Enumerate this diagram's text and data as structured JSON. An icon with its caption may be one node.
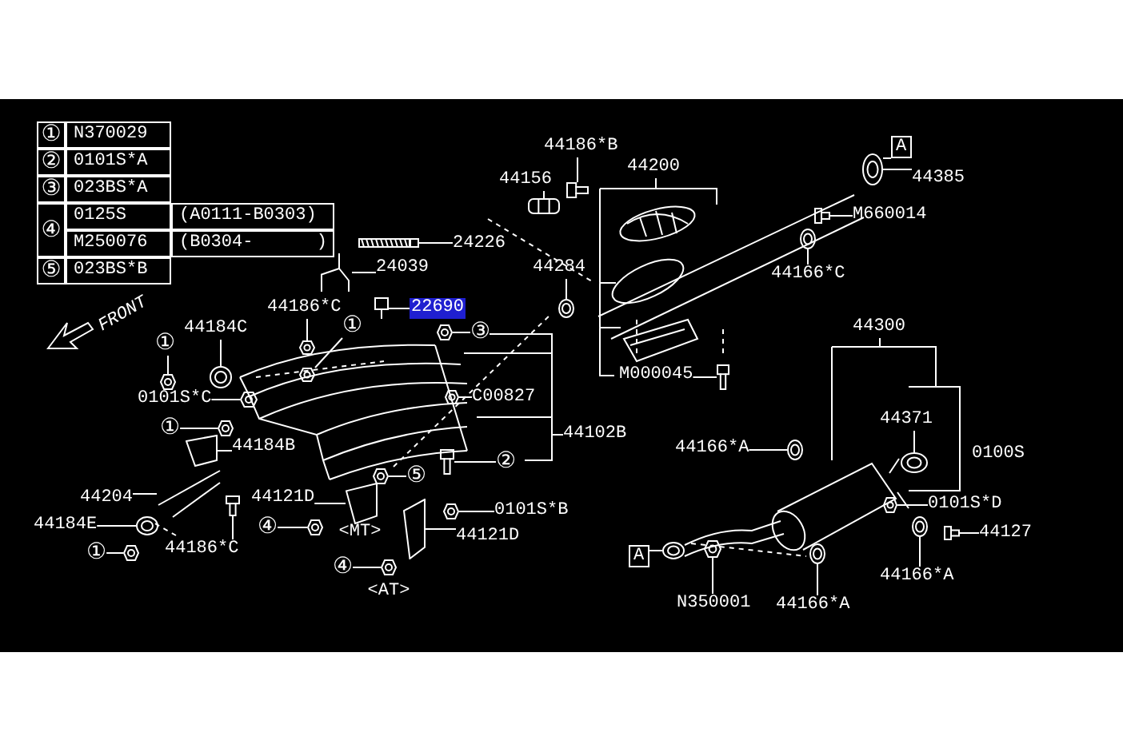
{
  "diagram": {
    "nodes": [
      {
        "text": [
          "44186*B"
        ]
      },
      {
        "text": [
          "44156"
        ]
      },
      {
        "text": [
          "44200"
        ]
      },
      {
        "text": [
          "A"
        ]
      },
      {
        "text": [
          "44385"
        ]
      },
      {
        "text": [
          "M660014"
        ]
      },
      {
        "text": [
          "44166*C"
        ]
      },
      {
        "text": [
          "24226"
        ]
      },
      {
        "text": [
          "24039"
        ]
      },
      {
        "text": [
          "22690"
        ]
      },
      {
        "text": [
          "44284"
        ]
      },
      {
        "text": [
          "M000045"
        ]
      },
      {
        "text": [
          "③"
        ]
      },
      {
        "text": [
          "C00827"
        ]
      },
      {
        "text": [
          "44102B"
        ]
      },
      {
        "text": [
          "②"
        ]
      },
      {
        "text": [
          "⑤"
        ]
      },
      {
        "text": [
          "0101S*B"
        ]
      },
      {
        "text": [
          "44121D"
        ]
      },
      {
        "text": [
          "④"
        ]
      },
      {
        "text": [
          "④"
        ]
      },
      {
        "text": [
          "44121D"
        ]
      },
      {
        "text": [
          "44186*C"
        ]
      },
      {
        "text": [
          "①"
        ]
      },
      {
        "text": [
          "44184E"
        ]
      },
      {
        "text": [
          "44204"
        ]
      },
      {
        "text": [
          "①"
        ]
      },
      {
        "text": [
          "44184B"
        ]
      },
      {
        "text": [
          "0101S*C"
        ]
      },
      {
        "text": [
          "①"
        ]
      },
      {
        "text": [
          "44184C"
        ]
      },
      {
        "text": [
          "44186*C"
        ]
      },
      {
        "text": [
          "①"
        ]
      },
      {
        "text": [
          "44300"
        ]
      },
      {
        "text": [
          "44371"
        ]
      },
      {
        "text": [
          "44166*A"
        ]
      },
      {
        "text": [
          "0101S*D"
        ]
      },
      {
        "text": [
          "44127"
        ]
      },
      {
        "text": [
          "44166*A"
        ]
      },
      {
        "text": [
          "44166*A"
        ]
      },
      {
        "text": [
          "N350001"
        ]
      },
      {
        "text": [
          "A"
        ]
      },
      {
        "text": [],
        "shape": "picture"
      },
      {
        "text": [],
        "shape": "picture"
      },
      {
        "text": [],
        "shape": "picture"
      },
      {
        "text": [],
        "shape": "picture"
      },
      {
        "text": [],
        "shape": "picture"
      },
      {
        "text": [],
        "shape": "picture"
      },
      {
        "text": [],
        "shape": "picture"
      },
      {
        "text": [],
        "shape": "picture"
      },
      {
        "text": [],
        "shape": "picture"
      },
      {
        "text": [],
        "shape": "picture"
      },
      {
        "text": [],
        "shape": "picture"
      },
      {
        "text": [],
        "shape": "picture"
      },
      {
        "text": [],
        "shape": "picture"
      },
      {
        "text": [],
        "shape": "picture"
      },
      {
        "text": [],
        "shape": "picture"
      },
      {
        "text": [],
        "shape": "picture"
      },
      {
        "text": [],
        "shape": "picture"
      },
      {
        "text": [],
        "shape": "picture"
      },
      {
        "text": [],
        "shape": "picture"
      },
      {
        "text": [],
        "shape": "picture"
      },
      {
        "text": [],
        "shape": "picture"
      },
      {
        "text": [],
        "shape": "picture"
      },
      {
        "text": [],
        "shape": "picture"
      },
      {
        "text": [],
        "shape": "picture"
      },
      {
        "text": [],
        "shape": "picture"
      },
      {
        "text": [],
        "shape": "picture"
      },
      {
        "text": [],
        "shape": "picture"
      },
      {
        "text": [],
        "shape": "picture"
      },
      {
        "text": [],
        "shape": "picture"
      },
      {
        "text": [],
        "shape": "picture"
      },
      {
        "text": [],
        "shape": "picture"
      },
      {
        "text": [],
        "shape": "picture"
      },
      {
        "text": [],
        "shape": "picture"
      },
      {
        "text": [],
        "shape": "picture"
      },
      {
        "text": [],
        "shape": "picture"
      },
      {
        "text": [],
        "shape": "picture"
      },
      {
        "text": [],
        "shape": "picture"
      },
      {
        "text": [],
        "shape": "picture"
      }
    ],
    "edges": [
      {
        "from": 0,
        "to": 42,
        "arrow": "none"
      },
      {
        "from": 1,
        "to": 43,
        "arrow": "none"
      },
      {
        "from": 2,
        "to": null,
        "arrow": "none"
      },
      {
        "from": 3,
        "to": 44,
        "arrow": "none"
      },
      {
        "from": 4,
        "to": 44,
        "arrow": "none"
      },
      {
        "from": 5,
        "to": 45,
        "arrow": "none"
      },
      {
        "from": 6,
        "to": 46,
        "arrow": "none"
      },
      {
        "from": 7,
        "to": 47,
        "arrow": "none"
      },
      {
        "from": 8,
        "to": 48,
        "arrow": "none"
      },
      {
        "from": 9,
        "to": 49,
        "arrow": "none"
      },
      {
        "from": 10,
        "to": 50,
        "arrow": "none"
      },
      {
        "from": 11,
        "to": 51,
        "arrow": "none"
      },
      {
        "from": 12,
        "to": 52,
        "arrow": "none"
      },
      {
        "from": 13,
        "to": 53,
        "arrow": "none"
      },
      {
        "from": 14,
        "to": null,
        "arrow": "none"
      },
      {
        "from": 15,
        "to": 54,
        "arrow": "none"
      },
      {
        "from": 16,
        "to": 55,
        "arrow": "none"
      },
      {
        "from": 17,
        "to": 56,
        "arrow": "none"
      },
      {
        "from": 18,
        "to": 57,
        "arrow": "none"
      },
      {
        "from": 19,
        "to": 58,
        "arrow": "none"
      },
      {
        "from": 20,
        "to": 59,
        "arrow": "none"
      },
      {
        "from": 21,
        "to": 60,
        "arrow": "none"
      },
      {
        "from": 22,
        "to": 61,
        "arrow": "none"
      },
      {
        "from": 23,
        "to": 62,
        "arrow": "none"
      },
      {
        "from": 24,
        "to": 63,
        "arrow": "none"
      },
      {
        "from": 25,
        "to": 64,
        "arrow": "none"
      },
      {
        "from": 26,
        "to": 65,
        "arrow": "none"
      },
      {
        "from": 27,
        "to": 66,
        "arrow": "none"
      },
      {
        "from": 28,
        "to": 67,
        "arrow": "none"
      },
      {
        "from": 29,
        "to": 68,
        "arrow": "none"
      },
      {
        "from": 30,
        "to": 69,
        "arrow": "none"
      },
      {
        "from": 31,
        "to": 70,
        "arrow": "none"
      },
      {
        "from": 32,
        "to": 71,
        "arrow": "none"
      },
      {
        "from": 33,
        "to": null,
        "arrow": "none"
      },
      {
        "from": 34,
        "to": 72,
        "arrow": "none"
      },
      {
        "from": 35,
        "to": 73,
        "arrow": "none"
      },
      {
        "from": 36,
        "to": 74,
        "arrow": "none"
      },
      {
        "from": 37,
        "to": 75,
        "arrow": "none"
      },
      {
        "from": 38,
        "to": 76,
        "arrow": "none"
      },
      {
        "from": 39,
        "to": 77,
        "arrow": "none"
      },
      {
        "from": 40,
        "to": 78,
        "arrow": "none"
      },
      {
        "from": 41,
        "to": 79,
        "arrow": "none"
      }
    ],
    "labels": [
      "①",
      "N370029",
      "②",
      "0101S*A",
      "③",
      "023BS*A",
      "④",
      "0125S",
      "(A0111-B0303)",
      "M250076",
      "(B0304-      )",
      "⑤",
      "023BS*B",
      "FRONT",
      "<MT>",
      "<AT>",
      "0100S"
    ]
  }
}
